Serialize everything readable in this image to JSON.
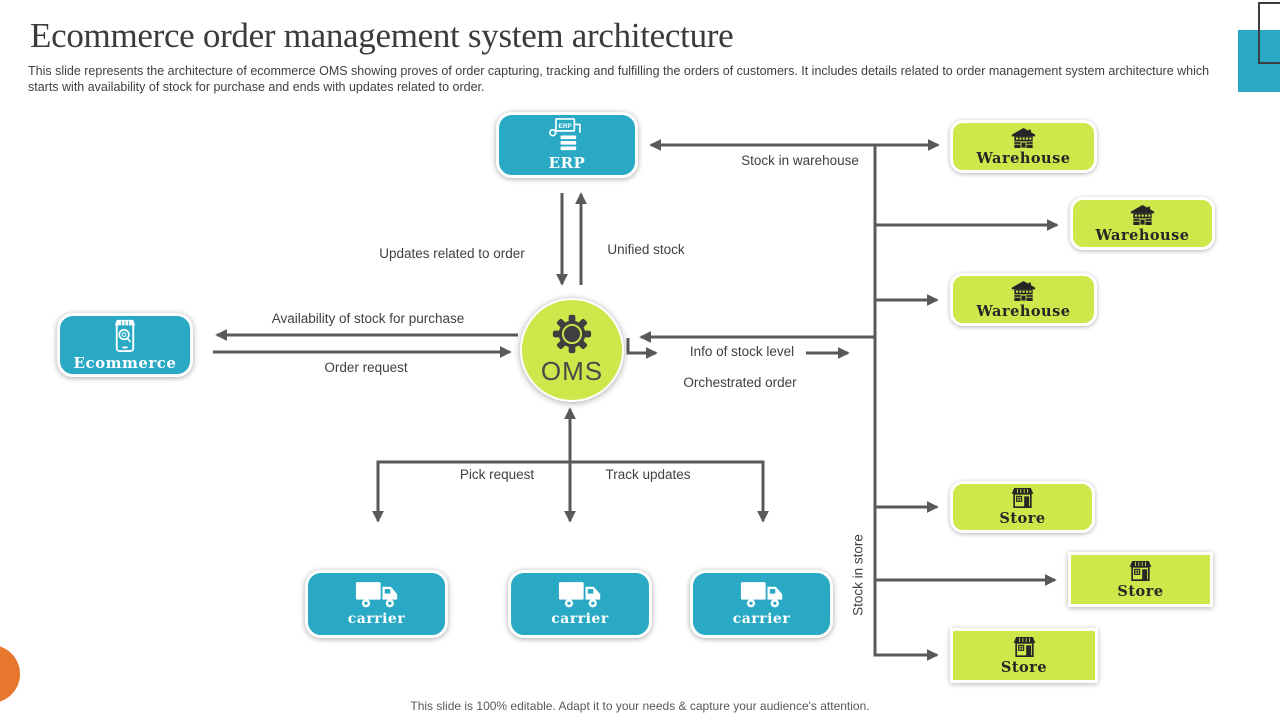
{
  "slide": {
    "title": "Ecommerce order management system architecture",
    "subtitle": "This slide represents the architecture of ecommerce OMS showing proves of order capturing, tracking and fulfilling the orders of customers. It includes details related to order management system architecture which starts with availability of stock for purchase and ends with updates related to order.",
    "footer": "This slide is 100% editable. Adapt it to your needs & capture your audience's attention."
  },
  "colors": {
    "teal": "#29A9C4",
    "lime": "#CEE84B",
    "arrow_gray": "#595959",
    "orange": "#E8772E",
    "text_dark": "#3F3F3F"
  },
  "nodes": {
    "erp": {
      "label": "ERP",
      "icon": "erp-system-icon"
    },
    "ecommerce": {
      "label": "Ecommerce",
      "icon": "mobile-store-icon"
    },
    "oms": {
      "label": "OMS",
      "icon": "gear-icon"
    },
    "carriers": [
      {
        "label": "carrier",
        "icon": "truck-icon"
      },
      {
        "label": "carrier",
        "icon": "truck-icon"
      },
      {
        "label": "carrier",
        "icon": "truck-icon"
      }
    ],
    "warehouses": [
      {
        "label": "Warehouse",
        "icon": "warehouse-icon"
      },
      {
        "label": "Warehouse",
        "icon": "warehouse-icon"
      },
      {
        "label": "Warehouse",
        "icon": "warehouse-icon"
      }
    ],
    "stores": [
      {
        "label": "Store",
        "icon": "storefront-icon"
      },
      {
        "label": "Store",
        "icon": "storefront-icon"
      },
      {
        "label": "Store",
        "icon": "storefront-icon"
      }
    ]
  },
  "edges": {
    "stock_in_warehouse": "Stock in warehouse",
    "unified_stock": "Unified stock",
    "updates_related_to_order": "Updates related to order",
    "availability_of_stock": "Availability  of stock for purchase",
    "order_request": "Order request",
    "info_of_stock_level": "Info of stock level",
    "orchestrated_order": "Orchestrated order",
    "pick_request": "Pick request",
    "track_updates": "Track updates",
    "stock_in_store": "Stock in store"
  }
}
